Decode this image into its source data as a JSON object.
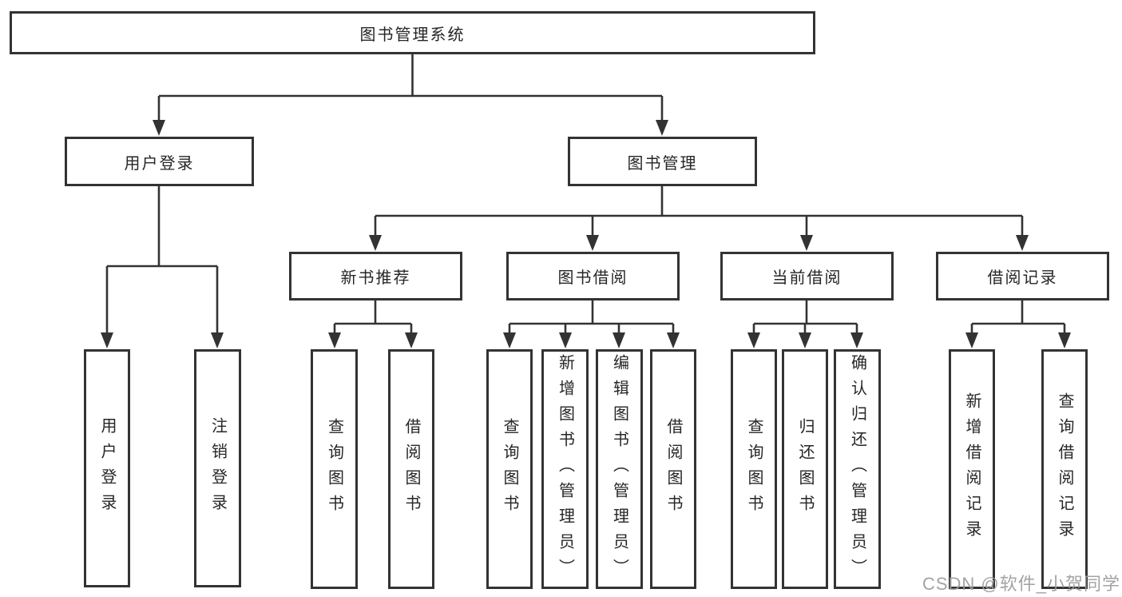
{
  "tree": {
    "root": {
      "label": "图书管理系统",
      "children": [
        {
          "label": "用户登录",
          "children": [
            {
              "label": "用户登录"
            },
            {
              "label": "注销登录"
            }
          ]
        },
        {
          "label": "图书管理",
          "children": [
            {
              "label": "新书推荐",
              "children": [
                {
                  "label": "查询图书"
                },
                {
                  "label": "借阅图书"
                }
              ]
            },
            {
              "label": "图书借阅",
              "children": [
                {
                  "label": "查询图书"
                },
                {
                  "label": "新增图书（管理员）"
                },
                {
                  "label": "编辑图书（管理员）"
                },
                {
                  "label": "借阅图书"
                }
              ]
            },
            {
              "label": "当前借阅",
              "children": [
                {
                  "label": "查询图书"
                },
                {
                  "label": "归还图书"
                },
                {
                  "label": "确认归还（管理员）"
                }
              ]
            },
            {
              "label": "借阅记录",
              "children": [
                {
                  "label": "新增借阅记录"
                },
                {
                  "label": "查询借阅记录"
                }
              ]
            }
          ]
        }
      ]
    }
  },
  "watermark": {
    "text": "CSDN @软件_小贺同学"
  },
  "colors": {
    "line": "#333333",
    "text": "#262626",
    "background": "#ffffff",
    "watermark": "#9c9c9c"
  }
}
